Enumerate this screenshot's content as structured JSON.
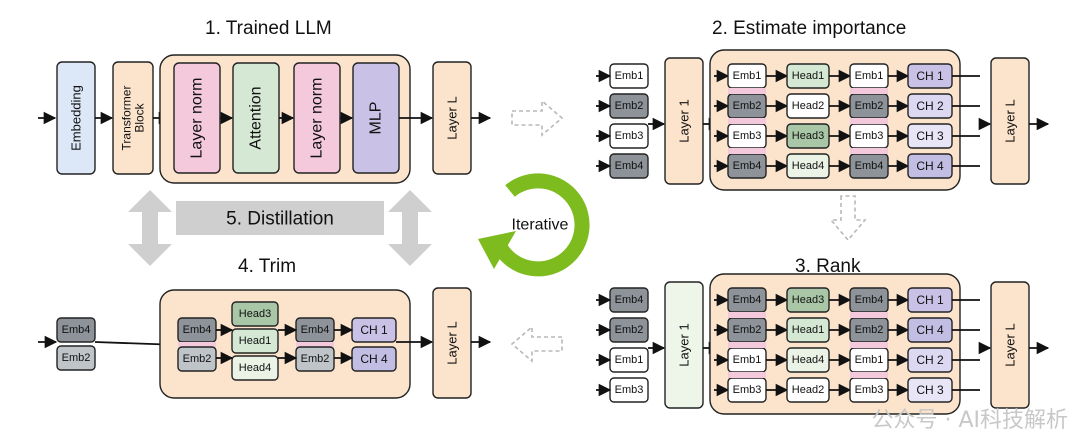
{
  "titles": {
    "s1": "1. Trained LLM",
    "s2": "2. Estimate importance",
    "s3": "3. Rank",
    "s4": "4. Trim",
    "s5": "5. Distillation",
    "iterative": "Iterative"
  },
  "trained_llm": {
    "embedding": "Embedding",
    "transformer_block": "Transformer Block",
    "layer_norm_1": "Layer norm",
    "attention": "Attention",
    "layer_norm_2": "Layer norm",
    "mlp": "MLP",
    "layer_l": "Layer L"
  },
  "estimate": {
    "emb_in": [
      "Emb1",
      "Emb2",
      "Emb3",
      "Emb4"
    ],
    "layer1": "Layer 1",
    "emb_a": [
      "Emb1",
      "Emb2",
      "Emb3",
      "Emb4"
    ],
    "heads": [
      "Head1",
      "Head2",
      "Head3",
      "Head4"
    ],
    "emb_b": [
      "Emb1",
      "Emb2",
      "Emb3",
      "Emb4"
    ],
    "ch": [
      "CH 1",
      "CH 2",
      "CH 3",
      "CH 4"
    ],
    "layer_l": "Layer L"
  },
  "rank": {
    "emb_in": [
      "Emb4",
      "Emb2",
      "Emb1",
      "Emb3"
    ],
    "layer1": "Layer 1",
    "emb_a": [
      "Emb4",
      "Emb2",
      "Emb1",
      "Emb3"
    ],
    "heads": [
      "Head3",
      "Head1",
      "Head4",
      "Head2"
    ],
    "emb_b": [
      "Emb4",
      "Emb2",
      "Emb1",
      "Emb3"
    ],
    "ch": [
      "CH 1",
      "CH 4",
      "CH 2",
      "CH 3"
    ],
    "layer_l": "Layer L"
  },
  "trim": {
    "emb_in": [
      "Emb4",
      "Emb2"
    ],
    "emb_a": [
      "Emb4",
      "Emb2"
    ],
    "heads": [
      "Head3",
      "Head1",
      "Head4"
    ],
    "emb_b": [
      "Emb4",
      "Emb2"
    ],
    "ch": [
      "CH 1",
      "CH 4"
    ],
    "layer_l": "Layer L"
  },
  "watermark": "公众号 · AI科技解析",
  "colors": {
    "peach": "#fbe3cc",
    "blue_light": "#dce8f8",
    "pink": "#f4c9dc",
    "green": "#d5e8d4",
    "purple": "#c9c2e6",
    "gray_dark": "#8d9399",
    "gray_light": "#bfc4c9",
    "arrow_gray": "#cfcfcf",
    "cycle_green": "#7dbb1e"
  }
}
